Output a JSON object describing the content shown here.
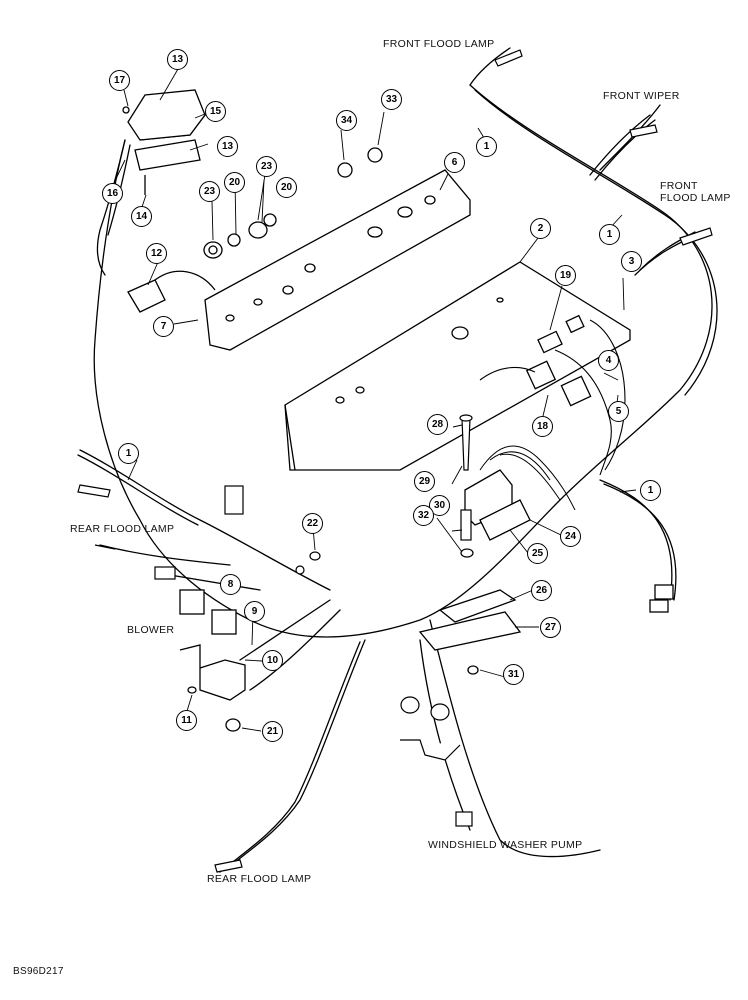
{
  "labels": {
    "front_flood_lamp_top": "FRONT FLOOD LAMP",
    "front_wiper": "FRONT WIPER",
    "front_flood_lamp_right_1": "FRONT",
    "front_flood_lamp_right_2": "FLOOD LAMP",
    "rear_flood_lamp_left": "REAR FLOOD LAMP",
    "blower": "BLOWER",
    "windshield_washer_pump": "WINDSHIELD WASHER PUMP",
    "rear_flood_lamp_bottom": "REAR FLOOD LAMP",
    "figure_code": "BS96D217"
  },
  "callouts": [
    "1",
    "1",
    "1",
    "1",
    "1",
    "2",
    "3",
    "4",
    "5",
    "6",
    "7",
    "8",
    "9",
    "10",
    "11",
    "12",
    "13",
    "13",
    "14",
    "15",
    "16",
    "17",
    "18",
    "19",
    "20",
    "20",
    "21",
    "22",
    "23",
    "23",
    "24",
    "25",
    "26",
    "27",
    "28",
    "29",
    "30",
    "31",
    "32",
    "33",
    "34"
  ]
}
